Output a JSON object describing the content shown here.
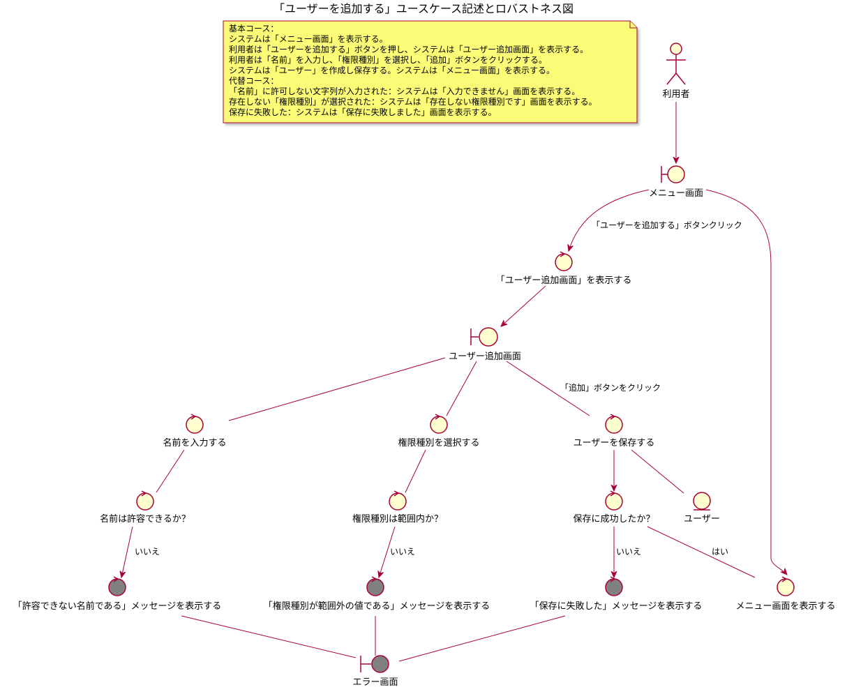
{
  "title": "「ユーザーを追加する」ユースケース記述とロバストネス図",
  "colors": {
    "line": "#A80036",
    "fill": "#FEFECE",
    "error_fill": "#808080",
    "note_fill": "#FBFB77"
  },
  "note": {
    "lines": [
      "基本コース：",
      "システムは「メニュー画面」を表示する。",
      "利用者は「ユーザーを追加する」ボタンを押し、システムは「ユーザー追加画面」を表示する。",
      "利用者は「名前」を入力し、「権限種別」を選択し、「追加」ボタンをクリックする。",
      "システムは「ユーザー」を作成し保存する。システムは「メニュー画面」を表示する。",
      "代替コース：",
      "「名前」に許可しない文字列が入力された：システムは「入力できません」画面を表示する。",
      "存在しない「権限種別」が選択された：システムは「存在しない権限種別です」画面を表示する。",
      "保存に失敗した：システムは「保存に失敗しました」画面を表示する。"
    ]
  },
  "nodes": {
    "actor": {
      "label": "利用者",
      "icon": "actor-icon"
    },
    "menu_screen": {
      "label": "メニュー画面",
      "icon": "boundary-icon"
    },
    "show_add_screen": {
      "label": "「ユーザー追加画面」を表示する",
      "icon": "control-icon"
    },
    "add_screen": {
      "label": "ユーザー追加画面",
      "icon": "boundary-icon"
    },
    "enter_name": {
      "label": "名前を入力する",
      "icon": "control-icon"
    },
    "select_role": {
      "label": "権限種別を選択する",
      "icon": "control-icon"
    },
    "save_user": {
      "label": "ユーザーを保存する",
      "icon": "control-icon"
    },
    "name_ok": {
      "label": "名前は許容できるか？",
      "icon": "control-icon"
    },
    "role_ok": {
      "label": "権限種別は範囲内か？",
      "icon": "control-icon"
    },
    "save_ok": {
      "label": "保存に成功したか？",
      "icon": "control-icon"
    },
    "user_entity": {
      "label": "ユーザー",
      "icon": "entity-icon"
    },
    "name_error_msg": {
      "label": "「許容できない名前である」メッセージを表示する",
      "icon": "control-icon"
    },
    "role_error_msg": {
      "label": "「権限種別が範囲外の値である」メッセージを表示する",
      "icon": "control-icon"
    },
    "save_error_msg": {
      "label": "「保存に失敗した」メッセージを表示する",
      "icon": "control-icon"
    },
    "show_menu": {
      "label": "メニュー画面を表示する",
      "icon": "control-icon"
    },
    "error_screen": {
      "label": "エラー画面",
      "icon": "boundary-icon"
    }
  },
  "edge_labels": {
    "click_add_user": "「ユーザーを追加する」ボタンクリック",
    "click_add": "「追加」ボタンをクリック",
    "name_no": "いいえ",
    "role_no": "いいえ",
    "save_no": "いいえ",
    "save_yes": "はい"
  }
}
